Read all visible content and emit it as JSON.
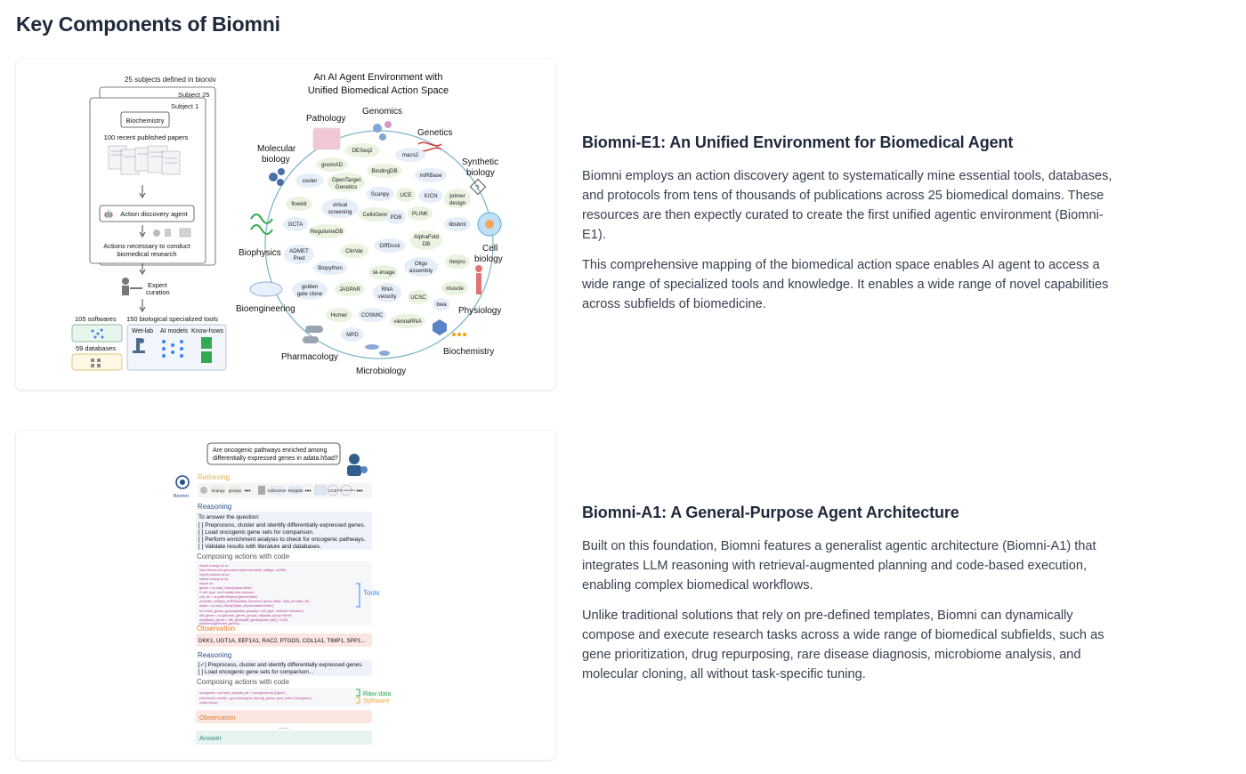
{
  "page": {
    "title": "Key Components of Biomni"
  },
  "e1": {
    "title": "Biomni-E1: An Unified Environment for Biomedical Agent",
    "paragraphs": [
      "Biomni employs an action discovery agent to systematically mine essential tools, databases, and protocols from tens of thousands of publications across 25 biomedical domains. These resources are then expectly curated to create the first unified agentic environment (Biomni-E1).",
      "This comprehensive mapping of the biomedical action space enables AI agent to access a wide range of specialized tools and knowledge. It enables a wide range of novel capabilities across subfields of biomedicine."
    ],
    "figure": {
      "subjects_caption": "25 subjects defined in biorxiv",
      "subject_25": "Subject 25",
      "subject_1": "Subject 1",
      "biochem_box": "Biochemistry",
      "papers": "100 recent published papers",
      "agent_box": "Action discovery agent",
      "actions_line1": "Actions necessary to conduct",
      "actions_line2": "biomedical research",
      "expert_line1": "Expert",
      "expert_line2": "curation",
      "softwares": "105 softwares",
      "databases": "59 databases",
      "tools": "150 biological specialized tools",
      "wetlab": "Wet-lab",
      "ai_models": "AI models",
      "knowhows": "Know-hows",
      "env_title_1": "An AI Agent Environment with",
      "env_title_2": "Unified Biomedical Action Space",
      "domains": {
        "pathology": "Pathology",
        "genomics": "Genomics",
        "genetics": "Genetics",
        "synthetic_1": "Synthetic",
        "synthetic_2": "biology",
        "molecular_1": "Molecular",
        "molecular_2": "biology",
        "biophysics": "Biophysics",
        "cell_1": "Cell",
        "cell_2": "biology",
        "bioengineering": "Bioengineering",
        "physiology": "Physiology",
        "pharmacology": "Pharmacology",
        "microbiology": "Microbiology",
        "biochemistry": "Biochemistry"
      },
      "tool_bubbles": {
        "t01": "DESeq2",
        "t02": "macs2",
        "t03": "gnomAD",
        "t04": "BindingDB",
        "t05": "miRBase",
        "t06": "cooler",
        "t07a": "OpenTarget",
        "t07b": "Genetics",
        "t08": "Scanpy",
        "t09": "UCE",
        "t10": "IUCN",
        "t11a": "primer",
        "t11b": "design",
        "t12": "flowkit",
        "t13a": "virtual",
        "t13b": "screening",
        "t14": "CellxGene",
        "t15": "PDB",
        "t16": "PLINK",
        "t17": "libsbml",
        "t18": "GCTA",
        "t19": "RegulomeDB",
        "t20a": "AlphaFold",
        "t20b": "DB",
        "t21": "DiffDock",
        "t22a": "ADMET",
        "t22b": "Pred",
        "t23": "ClinVar",
        "t24a": "Oligo",
        "t24b": "assembly",
        "t25": "Iterpro",
        "t26": "Biopython",
        "t27": "sk-image",
        "t28a": "golden",
        "t28b": "gate clone",
        "t29": "JASPAR",
        "t30a": "RNA",
        "t30b": "velocity",
        "t31": "UCSC",
        "t32": "muscle",
        "t33": "bwa",
        "t34": "Homer",
        "t35": "COSMIC",
        "t36": "viennaRNA",
        "t37": "MPD"
      }
    }
  },
  "a1": {
    "title": "Biomni-A1: A General-Purpose Agent Architecture",
    "paragraphs": [
      "Built on this foundation, Biomni features a generalist agentic architecture (Biomni-A1) that integrates LLM reasoning with retrieval-augmented planning and code-based execution, enabling complex biomedical workflows.",
      "Unlike traditional solutions that rely on pre-defined templates, Biomni can dynamically compose and execute research tasks across a wide range of biomedical subfields, such as gene prioritization, drug repurposing, rare disease diagnosis, microbiome analysis, and molecular cloning, all without task-specific tuning."
    ],
    "figure": {
      "question_1": "Are oncogenic pathways enriched among",
      "question_2": "differentially expressed genes in adata.h5ad?",
      "logo_text": "Biomni",
      "retrieving": "Retrieving",
      "chips": [
        "Scanpy",
        "gseapy",
        "CellxGene",
        "MSigDB",
        "UCE",
        "Oligo assembly"
      ],
      "reasoning": "Reasoning",
      "answer_intro": "To answer the question:",
      "plan": [
        "[ ] Preprocess, cluster and identify differentially expressed genes.",
        "[ ] Load oncogenic gene sets for comparison.",
        "[ ] Perform enrichment analysis to check for oncogenic pathways.",
        "[ ] Validate results with literature and databases."
      ],
      "composing": "Composing actions with code",
      "code": [
        "import scanpy as sc",
        "from biomni.tool.genomics import annotate_celltype_scRNA",
        "import pandas as pd",
        "import numpy as np",
        "import os",
        "",
        "genes = sc.read_h5ad('adata.h5ad')",
        "if 'cell_type' not in adata.obs.columns:",
        "    cell_dir = os.path.dirname('genes.h5ad')",
        "    annotate_celltype_scRNA(adata_filename='genes.h5ad', data_dir=data_dir)",
        "    adata = sc.read_h5ad(f'{data_dir}/annotated.h5ad')",
        "",
        "sc.tl.rank_genes_groups(adata, groupby='cell_type', method='wilcoxon')",
        "diff_genes = sc.get.rank_genes_groups_df(adata, group=None)",
        "significant_genes = diff_genes[diff_genes['pvals_adj'] < 0.05]",
        "print(len(significant_genes))"
      ],
      "tools_label": "Tools",
      "observation": "Observation",
      "obs_genes": "DKK1, UGT1A, EEF1A1, RAC2, PTGDS, COL1A1, TIMP1, SPP1...",
      "reasoning2": "Reasoning",
      "plan2": [
        "[✓] Preprocess, cluster and identify differentially expressed genes.",
        "[ ] Load oncogenic gene sets for comparison..."
      ],
      "composing2": "Composing actions with code",
      "code2": [
        "oncogenes = pd.read_csv(data_dir + 'oncogenes.tsv')['gene']",
        "enrichment_results = gp.enrichr(gene_list=sig_genes, gene_sets=['Oncogenic'],",
        "    outdir=None)"
      ],
      "raw_data": "Raw data",
      "software": "Software",
      "observation2": "Observation",
      "dots": "......",
      "answer": "Answer"
    }
  }
}
